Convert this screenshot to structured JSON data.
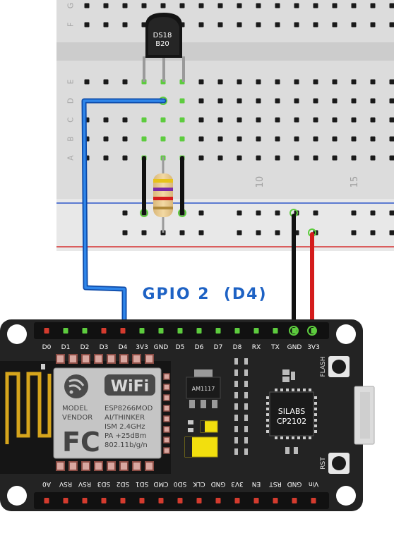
{
  "breadboard": {
    "row_letters_top": [
      "G",
      "F"
    ],
    "row_letters_bottom": [
      "E",
      "D",
      "C",
      "B",
      "A"
    ],
    "column_numbers": [
      "10",
      "15"
    ]
  },
  "sensor": {
    "line1": "DS18",
    "line2": "B20"
  },
  "gpio_label": "GPIO 2  (D4)",
  "board": {
    "top_pins": [
      "D0",
      "D1",
      "D2",
      "D3",
      "D4",
      "3V3",
      "GND",
      "D5",
      "D6",
      "D7",
      "D8",
      "RX",
      "TX",
      "GND",
      "3V3"
    ],
    "bottom_pins": [
      "A0",
      "RSV",
      "RSV",
      "SD3",
      "SD2",
      "SD1",
      "CMD",
      "SD0",
      "CLK",
      "GND",
      "3V3",
      "EN",
      "RST",
      "GND",
      "Vin"
    ],
    "wifi_text": "WiFi",
    "model_label": "MODEL",
    "vendor_label": "VENDOR",
    "fc_text": "FC",
    "spec_lines": [
      "ESP8266MOD",
      "AI/THINKER",
      "ISM 2.4GHz",
      "PA +25dBm",
      "802.11b/g/n"
    ],
    "regulator": "AM1117",
    "usb_chip": [
      "SILABS",
      "CP2102"
    ],
    "flash_label": "FLASH",
    "rst_label": "RST"
  },
  "colors": {
    "board": "#222222",
    "breadboard": "#dedede",
    "wire_blue": "#1f6fd1",
    "wire_red": "#d41c1c",
    "wire_black": "#111111",
    "pin_green": "#5dcc3e",
    "pin_red": "#d43b2e",
    "label_blue": "#1e62c4"
  }
}
